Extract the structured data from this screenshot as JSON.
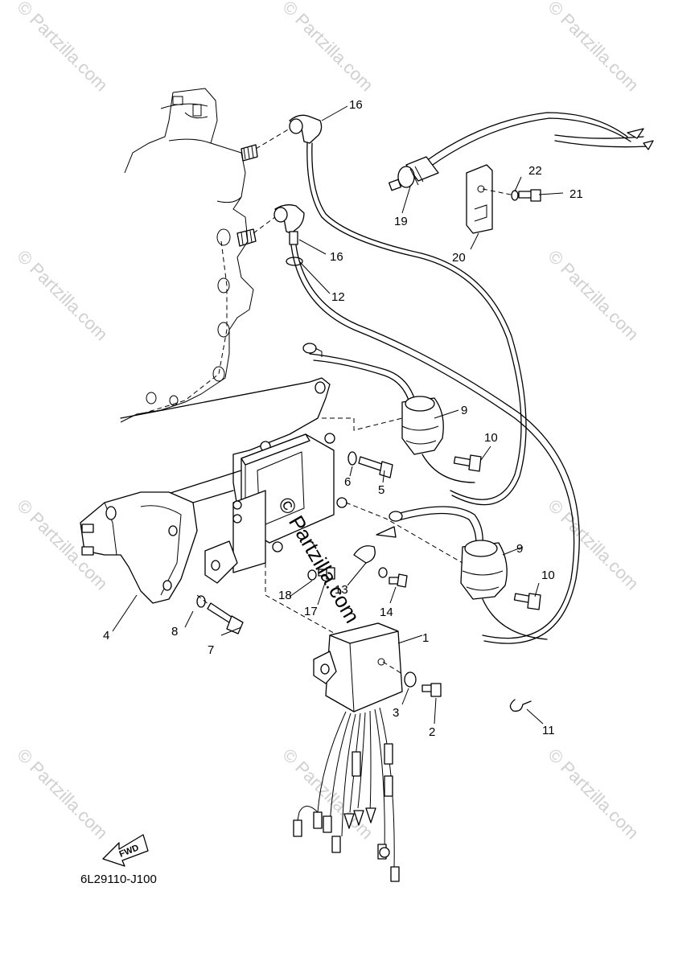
{
  "diagram": {
    "part_code": "6L29110-J100",
    "forward_label": "FWD",
    "center_watermark": "© Partzilla.com",
    "tile_watermark": "© Partzilla.com",
    "callouts": [
      "1",
      "2",
      "3",
      "4",
      "5",
      "6",
      "7",
      "8",
      "9",
      "9",
      "10",
      "10",
      "11",
      "12",
      "13",
      "14",
      "16",
      "16",
      "17",
      "18",
      "19",
      "20",
      "21",
      "22"
    ]
  }
}
